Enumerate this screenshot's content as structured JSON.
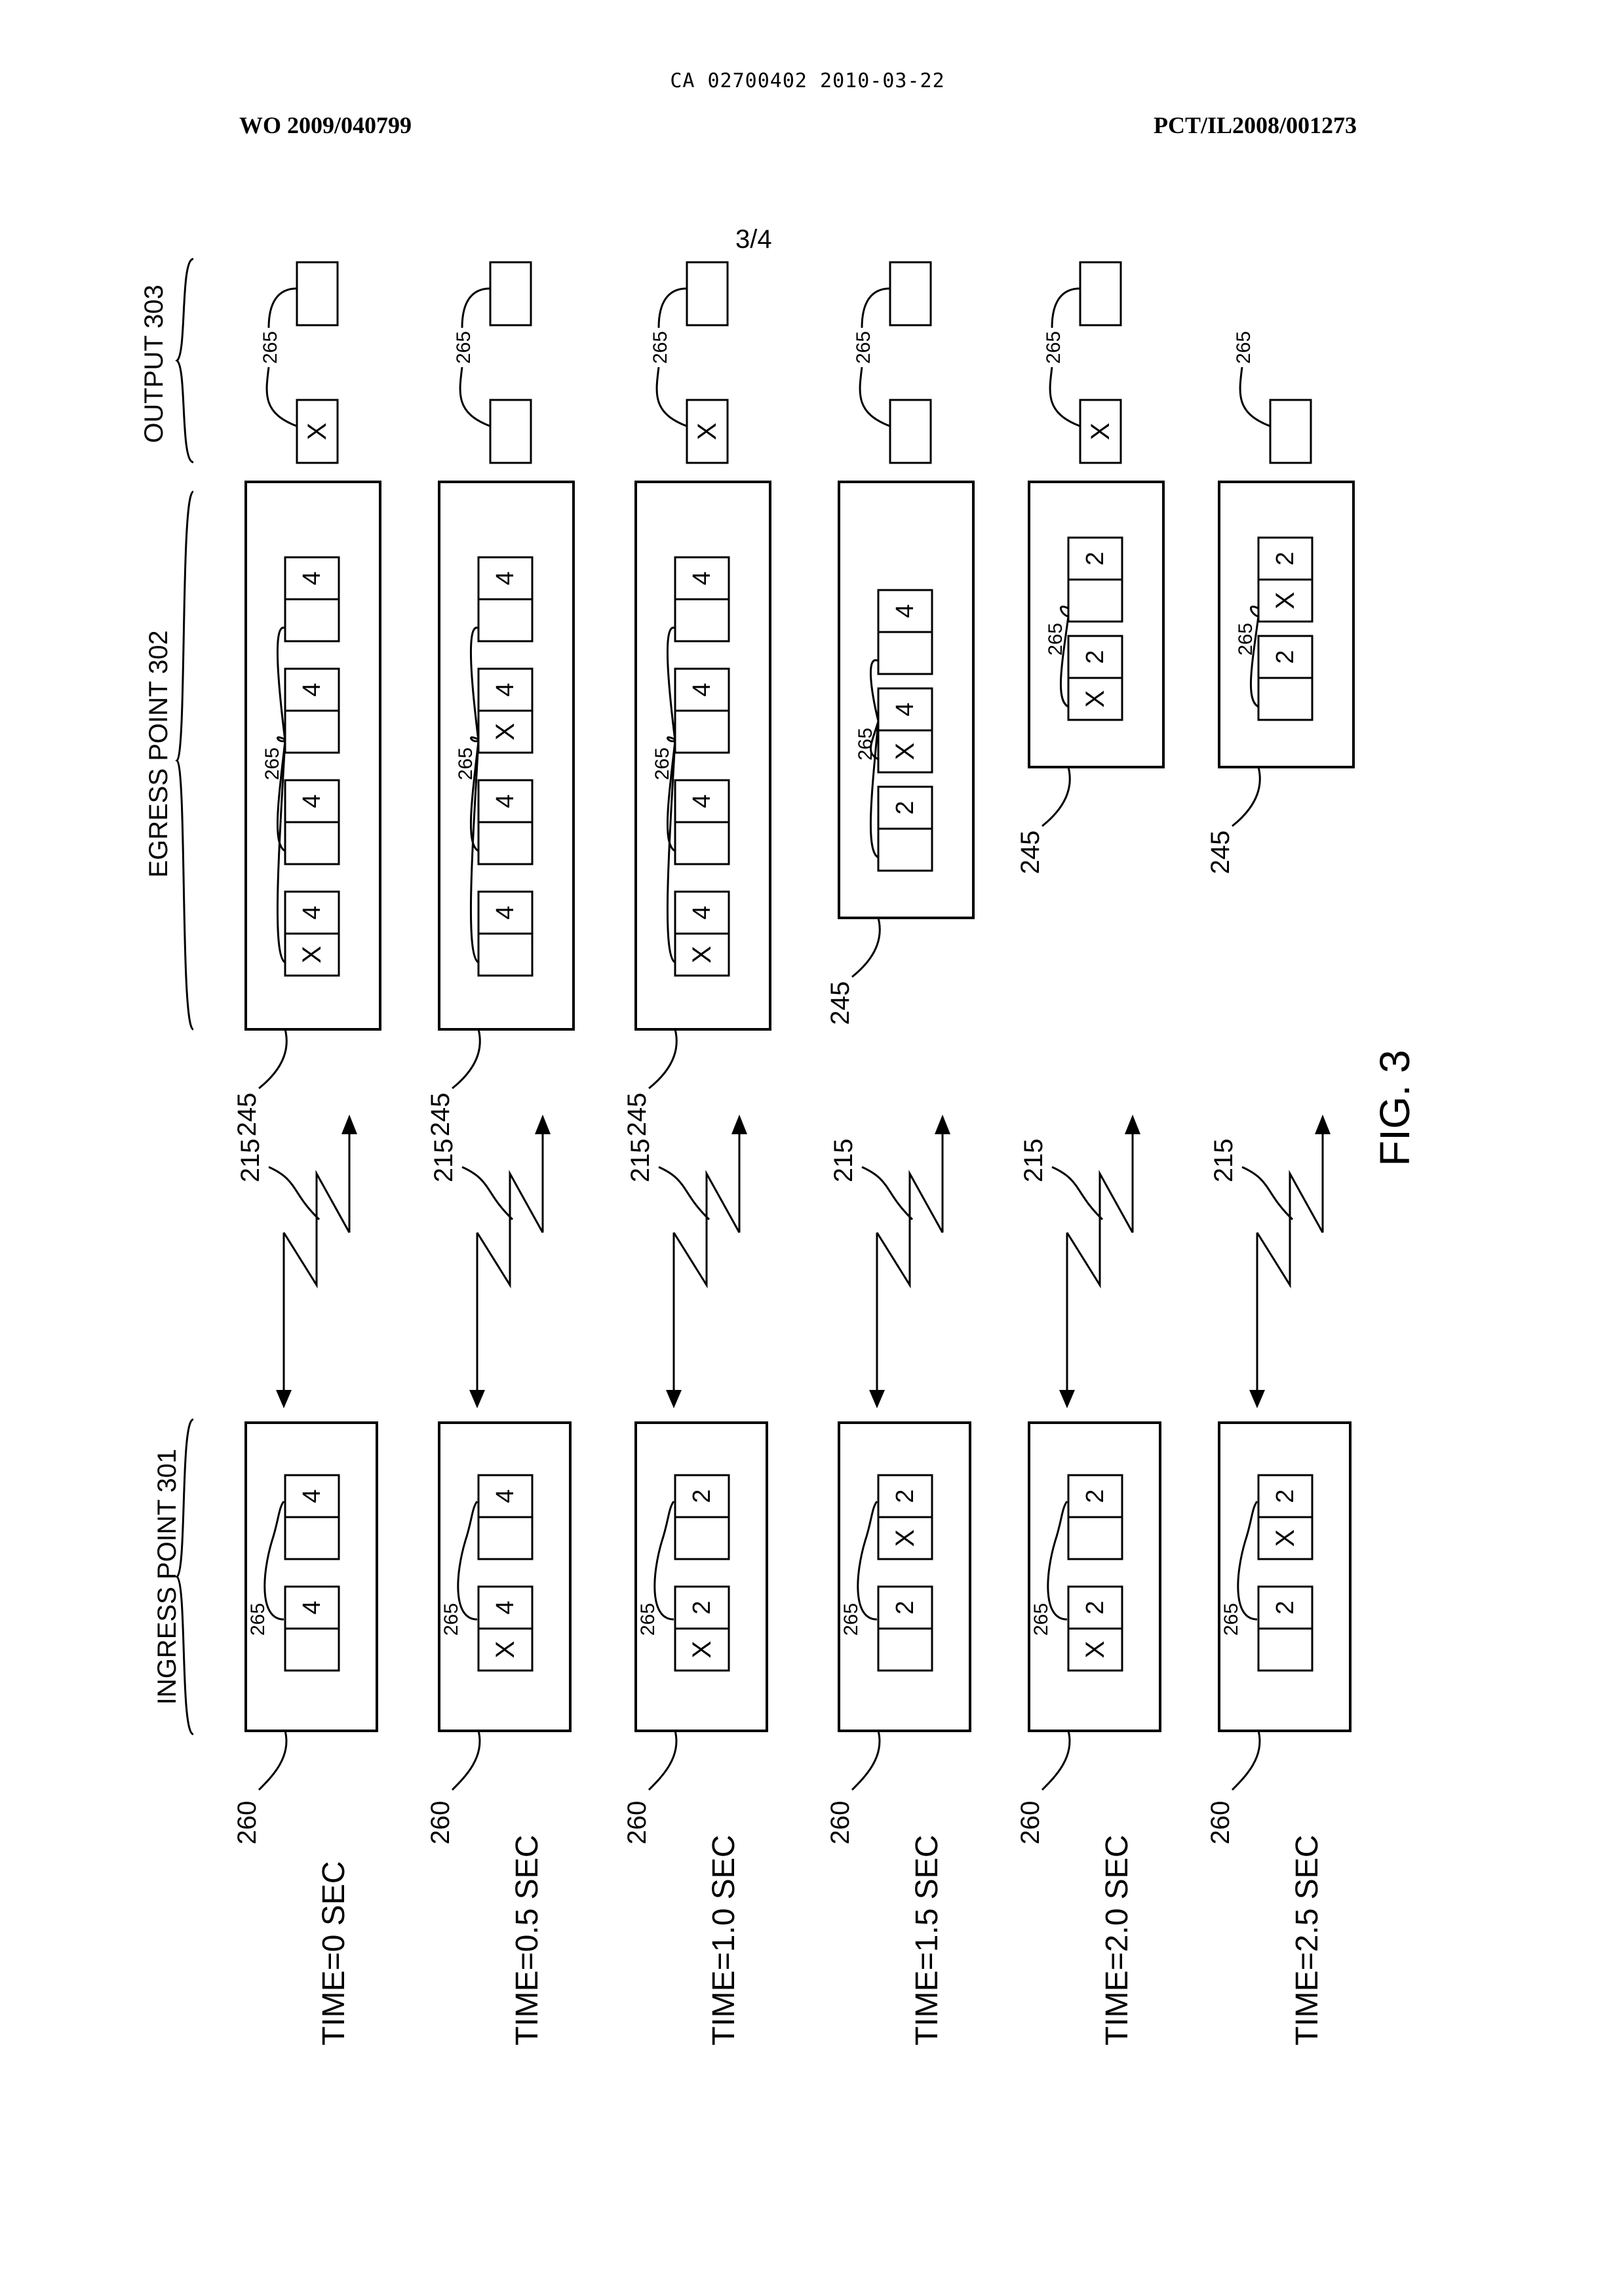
{
  "header": {
    "center_text": "CA 02700402 2010-03-22",
    "left_text": "WO 2009/040799",
    "right_text": "PCT/IL2008/001273"
  },
  "figure": {
    "sheet_number": "3/4",
    "caption": "FIG. 3",
    "column_labels": {
      "ingress": "INGRESS POINT 301",
      "egress": "EGRESS POINT 302",
      "output": "OUTPUT 303"
    },
    "ref_numerals": {
      "queue": "265",
      "ingress_box": "260",
      "link": "215",
      "egress_box": "245"
    },
    "time_steps": [
      {
        "label": "TIME=0 SEC",
        "ingress": [
          {
            "mark": "",
            "num": "4"
          },
          {
            "mark": "",
            "num": "4"
          }
        ],
        "egress": [
          {
            "mark": "X",
            "num": "4"
          },
          {
            "mark": "",
            "num": "4"
          },
          {
            "mark": "",
            "num": "4"
          },
          {
            "mark": "",
            "num": "4"
          }
        ],
        "output": [
          "X",
          ""
        ]
      },
      {
        "label": "TIME=0.5 SEC",
        "ingress": [
          {
            "mark": "X",
            "num": "4"
          },
          {
            "mark": "",
            "num": "4"
          }
        ],
        "egress": [
          {
            "mark": "",
            "num": "4"
          },
          {
            "mark": "",
            "num": "4"
          },
          {
            "mark": "X",
            "num": "4"
          },
          {
            "mark": "",
            "num": "4"
          }
        ],
        "output": [
          "",
          ""
        ]
      },
      {
        "label": "TIME=1.0 SEC",
        "ingress": [
          {
            "mark": "X",
            "num": "2"
          },
          {
            "mark": "",
            "num": "2"
          }
        ],
        "egress": [
          {
            "mark": "X",
            "num": "4"
          },
          {
            "mark": "",
            "num": "4"
          },
          {
            "mark": "",
            "num": "4"
          },
          {
            "mark": "",
            "num": "4"
          }
        ],
        "output": [
          "X",
          ""
        ]
      },
      {
        "label": "TIME=1.5 SEC",
        "ingress": [
          {
            "mark": "",
            "num": "2"
          },
          {
            "mark": "X",
            "num": "2"
          }
        ],
        "egress": [
          {
            "mark": "",
            "num": "2"
          },
          {
            "mark": "X",
            "num": "4"
          },
          {
            "mark": "",
            "num": "4"
          }
        ],
        "output": [
          "",
          ""
        ]
      },
      {
        "label": "TIME=2.0 SEC",
        "ingress": [
          {
            "mark": "X",
            "num": "2"
          },
          {
            "mark": "",
            "num": "2"
          }
        ],
        "egress": [
          {
            "mark": "X",
            "num": "2"
          },
          {
            "mark": "",
            "num": "2"
          }
        ],
        "output": [
          "X",
          ""
        ]
      },
      {
        "label": "TIME=2.5 SEC",
        "ingress": [
          {
            "mark": "",
            "num": "2"
          },
          {
            "mark": "X",
            "num": "2"
          }
        ],
        "egress": [
          {
            "mark": "",
            "num": "2"
          },
          {
            "mark": "X",
            "num": "2"
          }
        ],
        "output": [
          ""
        ]
      }
    ]
  }
}
